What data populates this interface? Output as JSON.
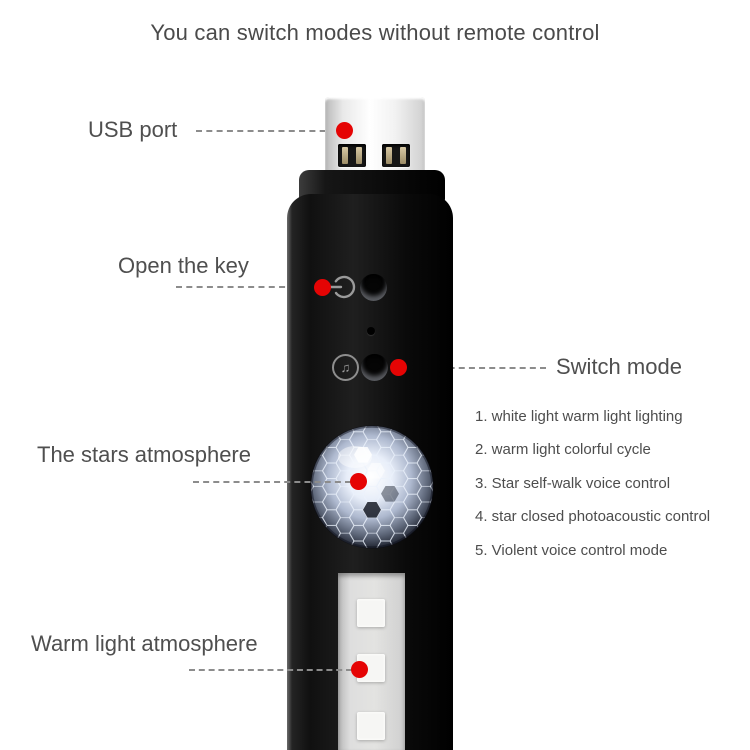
{
  "title": "You can switch modes without remote control",
  "labels": {
    "usb_port": "USB port",
    "open_key": "Open the key",
    "switch_mode": "Switch mode",
    "stars_atmosphere": "The stars atmosphere",
    "warm_light": "Warm light atmosphere"
  },
  "mode_list": [
    "1. white light warm light lighting",
    "2. warm light colorful cycle",
    "3. Star self-walk voice control",
    "4. star closed photoacoustic control",
    "5. Violent voice control mode"
  ],
  "icons": {
    "power": "power-icon",
    "mode_glyph": "♫"
  },
  "colors": {
    "marker_red": "#e50404",
    "label_text": "#4f4f4f",
    "dashed_line": "#8c8c8c",
    "device_black": "#0d0d0d",
    "usb_metal": "#e9e9e9",
    "strip_gray": "#dedede",
    "led_white": "#f6f6f4"
  }
}
